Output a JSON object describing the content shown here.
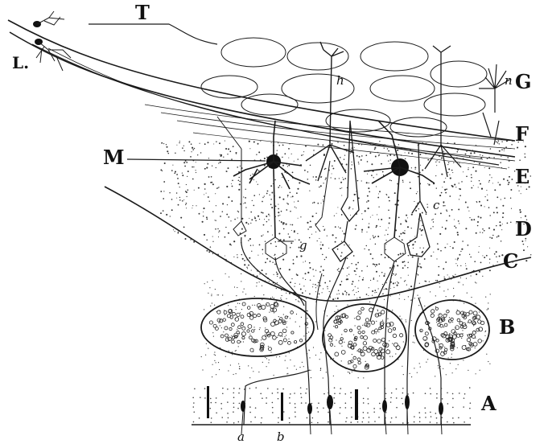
{
  "figure": {
    "labels": {
      "T": "T",
      "L": "L.",
      "M": "M",
      "G": "G",
      "F": "F",
      "E": "E",
      "D": "D",
      "C": "C",
      "B": "B",
      "A": "A",
      "h": "h",
      "n": "n",
      "g": "g",
      "c": "c",
      "a": "a",
      "b": "b"
    }
  }
}
